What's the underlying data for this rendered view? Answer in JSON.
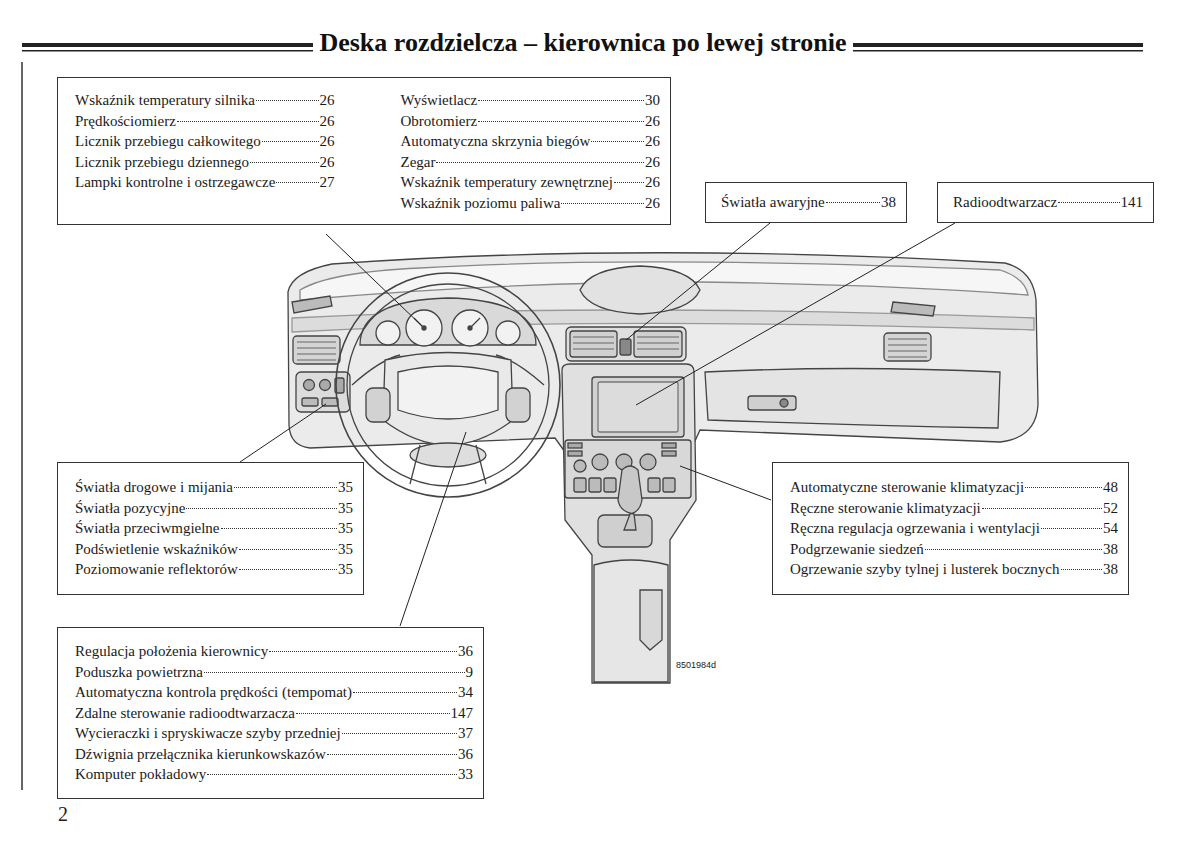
{
  "diagram": {
    "title": "Deska rozdzielcza – kierownica po lewej stronie",
    "nodes": [
      {
        "text": [
          "Wskaźnik temperatury silnika",
          "26",
          "Prędkościomierz",
          "26",
          "Licznik przebiegu całkowitego",
          "26",
          "Licznik przebiegu dziennego",
          "26",
          "Lampki kontrolne i ostrzegawcze",
          "27",
          "Wyświetlacz",
          "30",
          "Obrotomierz",
          "26",
          "Automatyczna skrzynia biegów",
          "26",
          "Zegar",
          "26",
          "Wskaźnik temperatury zewnętrznej",
          "26",
          "Wskaźnik poziomu paliwa",
          "26"
        ]
      },
      {
        "text": [
          "Światła awaryjne",
          "38"
        ]
      },
      {
        "text": [
          "Radioodtwarzacz",
          "141"
        ]
      },
      {
        "text": [
          "Światła drogowe i mijania",
          "35",
          "Światła pozycyjne",
          "35",
          "Światła przeciwmgielne",
          "35",
          "Podświetlenie wskaźników",
          "35",
          "Poziomowanie reflektorów",
          "35"
        ]
      },
      {
        "text": [
          "Automatyczne sterowanie klimatyzacji",
          "48",
          "Ręczne sterowanie klimatyzacji",
          "52",
          "Ręczna regulacja ogrzewania i wentylacji",
          "54",
          "Podgrzewanie siedzeń",
          "38",
          "Ogrzewanie szyby tylnej i lusterek bocznych",
          "38"
        ]
      },
      {
        "text": [
          "Regulacja położenia kierownicy",
          "36",
          "Poduszka powietrzna",
          "9",
          "Automatyczna kontrola prędkości (tempomat)",
          "34",
          "Zdalne sterowanie radioodtwarzacza",
          "147",
          "Wycieraczki i spryskiwacze szyby przedniej",
          "37",
          "Dźwignia przełącznika kierunkowskazów",
          "36",
          "Komputer pokładowy",
          "33"
        ]
      }
    ],
    "labels": [
      "8501984d",
      "2"
    ]
  }
}
